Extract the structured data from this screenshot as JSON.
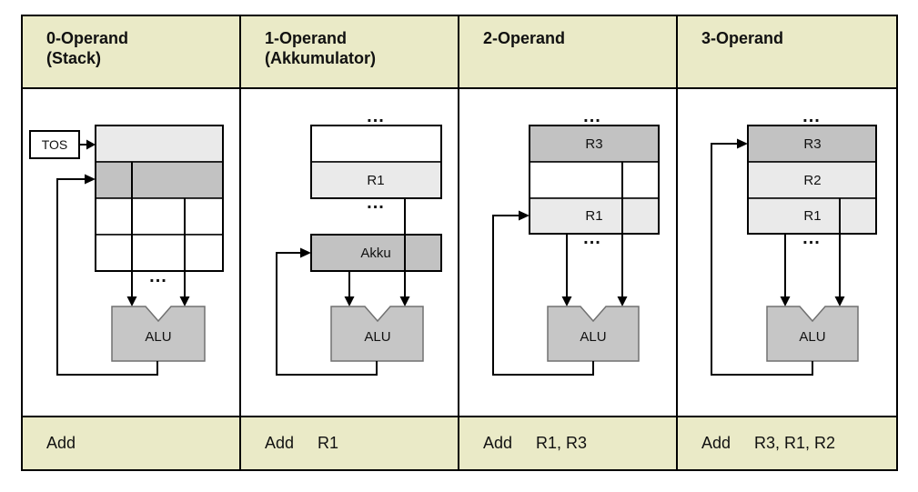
{
  "colors": {
    "header_bg": "#EAEAC7",
    "cell_light": "#EAEAEA",
    "cell_dark": "#C2C2C2",
    "cell_white": "#FFFFFF",
    "alu_fill": "#C6C6C6",
    "alu_border": "#707070",
    "line": "#000000",
    "border": "#000000"
  },
  "labels": {
    "alu": "ALU",
    "ellipsis": "..."
  },
  "columns": [
    {
      "header_lines": [
        "0-Operand",
        "(Stack)"
      ],
      "tos_label": "TOS",
      "registers": [
        {
          "label": "",
          "shade": "light"
        },
        {
          "label": "",
          "shade": "dark"
        },
        {
          "label": "",
          "shade": "white"
        },
        {
          "label": "",
          "shade": "white"
        }
      ],
      "instruction": {
        "mnemonic": "Add",
        "operands": ""
      }
    },
    {
      "header_lines": [
        "1-Operand",
        "(Akkumulator)"
      ],
      "registers": [
        {
          "label": "",
          "shade": "white"
        },
        {
          "label": "R1",
          "shade": "light"
        }
      ],
      "accumulator_label": "Akku",
      "instruction": {
        "mnemonic": "Add",
        "operands": "R1"
      }
    },
    {
      "header_lines": [
        "2-Operand"
      ],
      "registers": [
        {
          "label": "R3",
          "shade": "dark"
        },
        {
          "label": "",
          "shade": "white"
        },
        {
          "label": "R1",
          "shade": "light"
        }
      ],
      "instruction": {
        "mnemonic": "Add",
        "operands": "R1, R3"
      }
    },
    {
      "header_lines": [
        "3-Operand"
      ],
      "registers": [
        {
          "label": "R3",
          "shade": "dark"
        },
        {
          "label": "R2",
          "shade": "light"
        },
        {
          "label": "R1",
          "shade": "light"
        }
      ],
      "instruction": {
        "mnemonic": "Add",
        "operands": "R3, R1, R2"
      }
    }
  ]
}
